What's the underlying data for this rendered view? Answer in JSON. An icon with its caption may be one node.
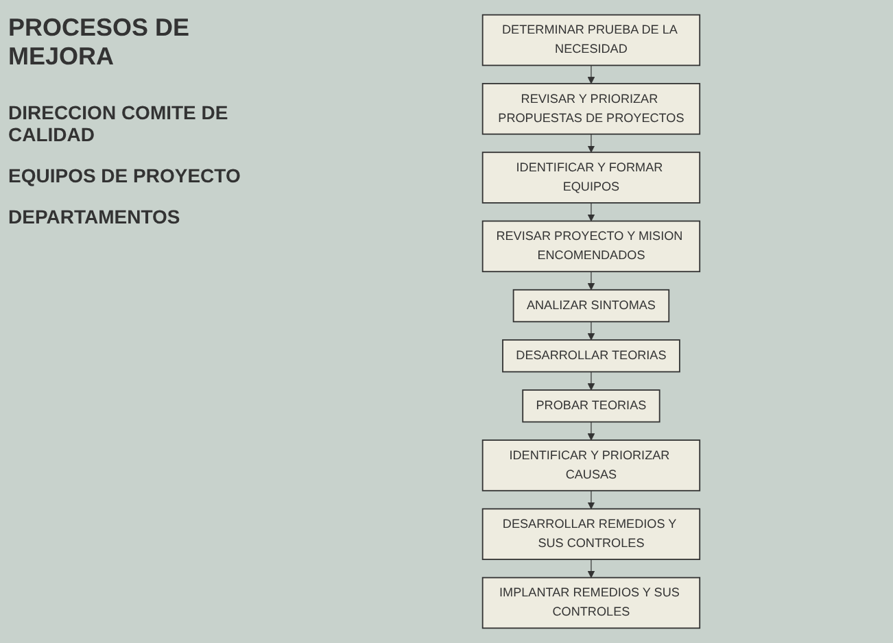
{
  "diagram": {
    "title": "PROCESOS DE MEJORA",
    "nodes": [
      {
        "text": [
          "DETERMINAR PRUEBA DE LA NECESIDAD"
        ]
      },
      {
        "text": [
          "REVISAR Y PRIORIZAR PROPUESTAS DE PROYECTOS"
        ]
      },
      {
        "text": [
          "IDENTIFICAR Y FORMAR EQUIPOS"
        ]
      },
      {
        "text": [
          "REVISAR PROYECTO Y MISION ENCOMENDADOS"
        ]
      },
      {
        "text": [
          "ANALIZAR SINTOMAS"
        ]
      },
      {
        "text": [
          "DESARROLLAR TEORIAS"
        ]
      },
      {
        "text": [
          "PROBAR TEORIAS"
        ]
      },
      {
        "text": [
          "IDENTIFICAR Y PRIORIZAR CAUSAS"
        ]
      },
      {
        "text": [
          "DESARROLLAR REMEDIOS Y SUS CONTROLES"
        ]
      },
      {
        "text": [
          "IMPLANTAR REMEDIOS Y SUS CONTROLES"
        ]
      }
    ],
    "edges": [
      {
        "from": 0,
        "to": 1,
        "arrow": "to"
      },
      {
        "from": 1,
        "to": 2,
        "arrow": "to"
      },
      {
        "from": 2,
        "to": 3,
        "arrow": "to"
      },
      {
        "from": 3,
        "to": 4,
        "arrow": "to"
      },
      {
        "from": 4,
        "to": 5,
        "arrow": "to"
      },
      {
        "from": 5,
        "to": 6,
        "arrow": "to"
      },
      {
        "from": 6,
        "to": 7,
        "arrow": "to"
      },
      {
        "from": 7,
        "to": 8,
        "arrow": "to"
      },
      {
        "from": 8,
        "to": 9,
        "arrow": "to"
      }
    ],
    "labels": [
      "DIRECCION COMITE DE CALIDAD",
      "EQUIPOS DE PROYECTO",
      "DEPARTAMENTOS"
    ]
  }
}
